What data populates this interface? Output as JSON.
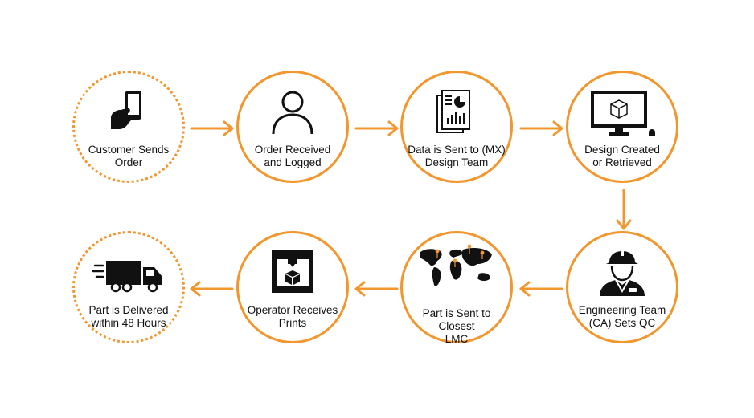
{
  "theme": {
    "accent": "#f2962e",
    "icon_color": "#111111"
  },
  "steps": [
    {
      "label": "Customer Sends\nOrder",
      "icon": "smartphone-hand-icon",
      "style": "dotted"
    },
    {
      "label": "Order Received\nand Logged",
      "icon": "person-icon",
      "style": "solid"
    },
    {
      "label": "Data is Sent to (MX)\nDesign Team",
      "icon": "report-document-icon",
      "style": "solid"
    },
    {
      "label": "Design Created\nor Retrieved",
      "icon": "computer-cube-icon",
      "style": "solid"
    },
    {
      "label": "Engineering Team\n(CA) Sets QC",
      "icon": "engineer-hardhat-icon",
      "style": "solid"
    },
    {
      "label": "Part is Sent to\nClosest\nLMC",
      "icon": "world-map-icon",
      "style": "solid"
    },
    {
      "label": "Operator Receives\nPrints",
      "icon": "3d-printer-icon",
      "style": "solid"
    },
    {
      "label": "Part is Delivered\nwithin 48 Hours",
      "icon": "delivery-truck-icon",
      "style": "dotted"
    }
  ]
}
